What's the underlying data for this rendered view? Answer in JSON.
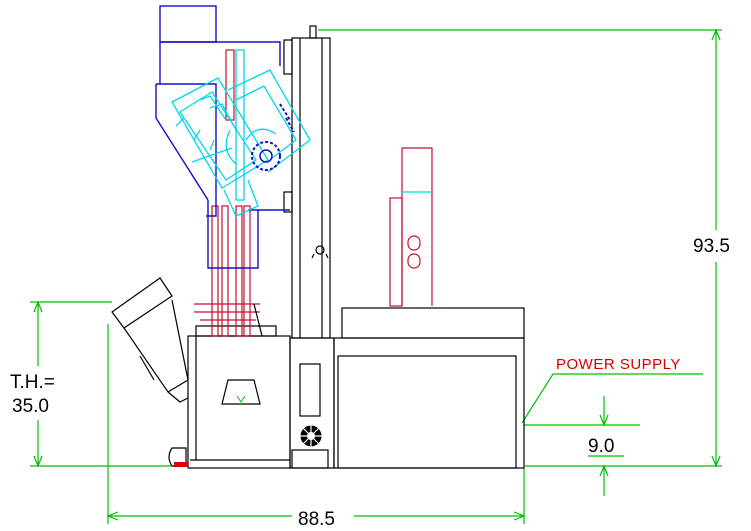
{
  "dimensions": {
    "overall_height": "93.5",
    "table_height_label": "T.H.=",
    "table_height_value": "35.0",
    "overall_width": "88.5",
    "supply_offset": "9.0"
  },
  "callouts": {
    "power_supply": "POWER SUPPLY"
  },
  "colors": {
    "dimension": "#00c000",
    "frame": "#000000",
    "head_housing": "#1010c8",
    "head_mechanism": "#00d8e8",
    "power_supply_outline": "#c01030",
    "callout_text": "#d40000"
  }
}
